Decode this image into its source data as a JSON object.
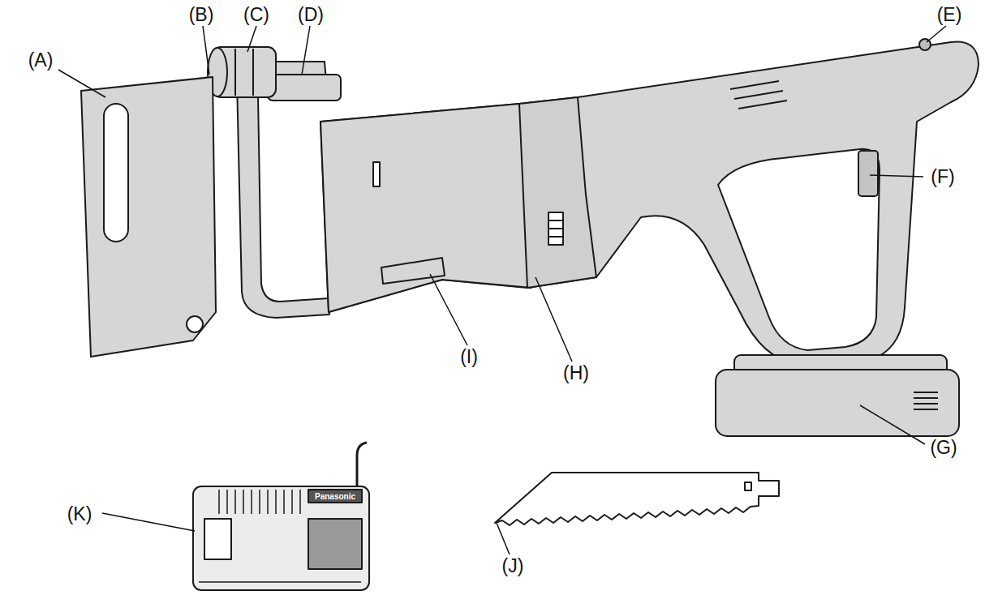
{
  "diagram": {
    "labels": [
      "(A)",
      "(B)",
      "(C)",
      "(D)",
      "(E)",
      "(F)",
      "(G)",
      "(H)",
      "(I)",
      "(J)",
      "(K)",
      "Panasonic"
    ]
  }
}
